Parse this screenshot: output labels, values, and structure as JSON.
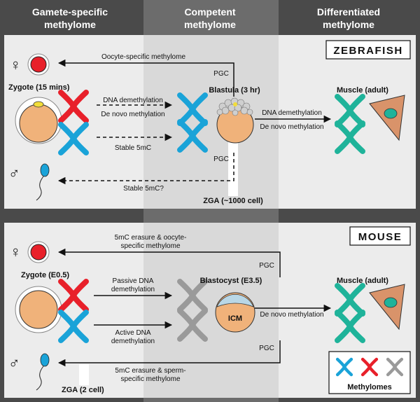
{
  "columns": {
    "left": [
      "Gamete-specific",
      "methylome"
    ],
    "middle": [
      "Competent",
      "methylome"
    ],
    "right": [
      "Differentiated",
      "methylome"
    ]
  },
  "zebrafish": {
    "species": "ZEBRAFISH",
    "oocyte_label": "Oocyte-specific methylome",
    "pgc_top": "PGC",
    "zygote": "Zygote (15 mins)",
    "blastula": "Blastula (3 hr)",
    "dna_demeth": "DNA demethylation",
    "de_novo": "De novo methylation",
    "stable": "Stable 5mC",
    "dna_demeth_right": "DNA demethylation",
    "de_novo_right": "De novo methylation",
    "muscle": "Muscle (adult)",
    "pgc_bottom": "PGC",
    "stable_q": "Stable 5mC?",
    "zga": "ZGA (~1000 cell)"
  },
  "mouse": {
    "species": "MOUSE",
    "erasure_oocyte": [
      "5mC erasure & oocyte-",
      "specific methylome"
    ],
    "pgc_top": "PGC",
    "zygote": "Zygote (E0.5)",
    "blastocyst": "Blastocyst (E3.5)",
    "passive": [
      "Passive DNA",
      "demethylation"
    ],
    "active": [
      "Active DNA",
      "demethylation"
    ],
    "icm": "ICM",
    "de_novo": "De novo methylation",
    "muscle": "Muscle (adult)",
    "pgc_bottom": "PGC",
    "erasure_sperm": [
      "5mC erasure & sperm-",
      "specific methylome"
    ],
    "zga": "ZGA (2 cell)"
  },
  "symbols": {
    "female": "♀",
    "male": "♂"
  },
  "legend": {
    "title": "Methylomes"
  },
  "colors": {
    "red": "#e8202a",
    "blue": "#1aa3d8",
    "teal": "#1fb39a",
    "gray": "#9a9a9a",
    "cell": "#f0b27a",
    "muscle": "#d9936a"
  }
}
